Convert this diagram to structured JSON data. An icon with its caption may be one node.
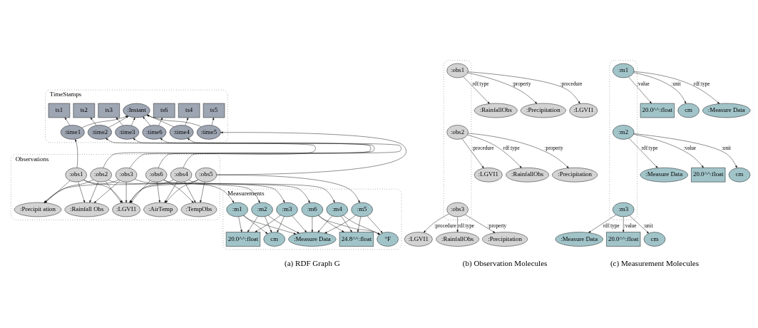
{
  "diagram": {
    "nodes": [
      {
        "text": [
          "TimeStamps"
        ]
      },
      {
        "text": [
          "ts1"
        ],
        "in": 0
      },
      {
        "text": [
          "ts2"
        ],
        "in": 0
      },
      {
        "text": [
          "ts3"
        ],
        "in": 0
      },
      {
        "text": [
          ":Instant"
        ],
        "in": 0
      },
      {
        "text": [
          "ts4"
        ],
        "in": 0
      },
      {
        "text": [
          "ts5"
        ],
        "in": 0
      },
      {
        "text": [
          "ts6"
        ],
        "in": 0
      },
      {
        "text": [
          ":time1"
        ],
        "in": 0
      },
      {
        "text": [
          ":time2"
        ],
        "in": 0
      },
      {
        "text": [
          ":time3"
        ],
        "in": 0
      },
      {
        "text": [
          ":time4"
        ],
        "in": 0
      },
      {
        "text": [
          ":time5"
        ],
        "in": 0
      },
      {
        "text": [
          ":time6"
        ],
        "in": 0
      },
      {
        "text": [
          "Observations"
        ]
      },
      {
        "text": [
          ":obs1"
        ],
        "in": 14
      },
      {
        "text": [
          ":obs2"
        ],
        "in": 14
      },
      {
        "text": [
          ":obs3"
        ],
        "in": 14
      },
      {
        "text": [
          ":TempObs"
        ],
        "in": 14
      },
      {
        "text": [
          ":AirTemp"
        ],
        "in": 14
      },
      {
        "text": [
          ":LGVI1"
        ],
        "in": 14
      },
      {
        "text": [
          ":Precipit ation"
        ],
        "in": 14
      },
      {
        "text": [
          ":Rainfall Obs"
        ],
        "in": 14
      },
      {
        "text": [
          ":obs4"
        ],
        "in": 14
      },
      {
        "text": [
          ":obs5"
        ],
        "in": 14
      },
      {
        "text": [
          ":obs6"
        ],
        "in": 14
      },
      {
        "text": [
          "Measurements"
        ]
      },
      {
        "text": [
          ":m1"
        ],
        "in": 26
      },
      {
        "text": [
          ":m2"
        ],
        "in": 26
      },
      {
        "text": [
          ":m3"
        ],
        "in": 26
      },
      {
        "text": [
          ":m4"
        ],
        "in": 26
      },
      {
        "text": [
          ":m5"
        ],
        "in": 26
      },
      {
        "text": [
          ":m6"
        ],
        "in": 26
      },
      {
        "text": [
          "cm"
        ],
        "in": 26
      },
      {
        "text": [
          "20.0^^:float"
        ],
        "in": 26
      },
      {
        "text": [
          ":Measure Data"
        ],
        "in": 26
      },
      {
        "text": [
          "°F"
        ],
        "in": 26
      },
      {
        "text": [
          "24.8^^:float"
        ],
        "in": 26
      },
      {
        "text": [],
        "shape": "box"
      },
      {
        "text": [
          ":obs1"
        ],
        "in": 38
      },
      {
        "text": [
          ":obs2"
        ],
        "in": 38
      },
      {
        "text": [
          ":obs3"
        ],
        "in": 38
      },
      {
        "text": [
          ":LGVI1"
        ]
      },
      {
        "text": [
          ":RainfallObs"
        ]
      },
      {
        "text": [
          ":Precipitation"
        ]
      },
      {
        "text": [
          ":LGVI1"
        ]
      },
      {
        "text": [
          ":RainfallObs"
        ]
      },
      {
        "text": [
          ":Precipitation"
        ]
      },
      {
        "text": [
          ":LGVI1"
        ]
      },
      {
        "text": [
          ":RainfallObs"
        ]
      },
      {
        "text": [
          ":Precipitation"
        ]
      },
      {
        "text": [],
        "shape": "box"
      },
      {
        "text": [
          ":m1"
        ],
        "in": 51
      },
      {
        "text": [
          ":m2"
        ],
        "in": 51
      },
      {
        "text": [
          ":m3"
        ],
        "in": 51
      },
      {
        "text": [
          ":Measure Data"
        ]
      },
      {
        "text": [
          "20.0^^:float"
        ]
      },
      {
        "text": [
          "cm"
        ]
      },
      {
        "text": [
          ":Measure Data"
        ]
      },
      {
        "text": [
          "20.0^^:float"
        ]
      },
      {
        "text": [
          "cm"
        ]
      },
      {
        "text": [
          ":Measure Data"
        ]
      },
      {
        "text": [
          "20.0^^:float"
        ]
      },
      {
        "text": [
          "cm"
        ]
      }
    ],
    "edges": [
      {
        "from": 8,
        "to": 1,
        "arrow": "to"
      },
      {
        "from": 9,
        "to": 2,
        "arrow": "to"
      },
      {
        "from": 10,
        "to": 3,
        "arrow": "to"
      },
      {
        "from": 11,
        "to": 5,
        "arrow": "to"
      },
      {
        "from": 12,
        "to": 6,
        "arrow": "to"
      },
      {
        "from": 13,
        "to": 7,
        "arrow": "to"
      },
      {
        "from": 8,
        "to": 4,
        "arrow": "to"
      },
      {
        "from": 9,
        "to": 4,
        "arrow": "to"
      },
      {
        "from": 10,
        "to": 4,
        "arrow": "to"
      },
      {
        "from": 11,
        "to": 4,
        "arrow": "to"
      },
      {
        "from": 12,
        "to": 4,
        "arrow": "to"
      },
      {
        "from": 13,
        "to": 4,
        "arrow": "to"
      },
      {
        "from": 15,
        "to": 8,
        "arrow": "to"
      },
      {
        "from": 16,
        "to": 9,
        "arrow": "to"
      },
      {
        "from": 17,
        "to": 10,
        "arrow": "to"
      },
      {
        "from": 23,
        "to": 11,
        "arrow": "to"
      },
      {
        "from": 24,
        "to": 12,
        "arrow": "to"
      },
      {
        "from": 25,
        "to": 13,
        "arrow": "to"
      },
      {
        "from": 15,
        "to": 20,
        "arrow": "to"
      },
      {
        "from": 15,
        "to": 22,
        "arrow": "to"
      },
      {
        "from": 15,
        "to": 21,
        "arrow": "to"
      },
      {
        "from": 16,
        "to": 20,
        "arrow": "to"
      },
      {
        "from": 16,
        "to": 22,
        "arrow": "to"
      },
      {
        "from": 16,
        "to": 21,
        "arrow": "to"
      },
      {
        "from": 17,
        "to": 20,
        "arrow": "to"
      },
      {
        "from": 17,
        "to": 22,
        "arrow": "to"
      },
      {
        "from": 17,
        "to": 21,
        "arrow": "to"
      },
      {
        "from": 23,
        "to": 18,
        "arrow": "to"
      },
      {
        "from": 23,
        "to": 19,
        "arrow": "to"
      },
      {
        "from": 23,
        "to": 20,
        "arrow": "to"
      },
      {
        "from": 24,
        "to": 18,
        "arrow": "to"
      },
      {
        "from": 24,
        "to": 19,
        "arrow": "to"
      },
      {
        "from": 24,
        "to": 20,
        "arrow": "to"
      },
      {
        "from": 25,
        "to": 18,
        "arrow": "to"
      },
      {
        "from": 25,
        "to": 19,
        "arrow": "to"
      },
      {
        "from": 25,
        "to": 20,
        "arrow": "to"
      },
      {
        "from": 15,
        "to": 27,
        "arrow": "to"
      },
      {
        "from": 16,
        "to": 28,
        "arrow": "to"
      },
      {
        "from": 17,
        "to": 29,
        "arrow": "to"
      },
      {
        "from": 23,
        "to": 30,
        "arrow": "to"
      },
      {
        "from": 24,
        "to": 31,
        "arrow": "to"
      },
      {
        "from": 25,
        "to": 32,
        "arrow": "to"
      },
      {
        "from": 27,
        "to": 33,
        "arrow": "to"
      },
      {
        "from": 27,
        "to": 34,
        "arrow": "to"
      },
      {
        "from": 27,
        "to": 35,
        "arrow": "to"
      },
      {
        "from": 28,
        "to": 33,
        "arrow": "to"
      },
      {
        "from": 28,
        "to": 34,
        "arrow": "to"
      },
      {
        "from": 28,
        "to": 35,
        "arrow": "to"
      },
      {
        "from": 29,
        "to": 33,
        "arrow": "to"
      },
      {
        "from": 29,
        "to": 34,
        "arrow": "to"
      },
      {
        "from": 29,
        "to": 35,
        "arrow": "to"
      },
      {
        "from": 30,
        "to": 36,
        "arrow": "to"
      },
      {
        "from": 30,
        "to": 37,
        "arrow": "to"
      },
      {
        "from": 30,
        "to": 35,
        "arrow": "to"
      },
      {
        "from": 31,
        "to": 36,
        "arrow": "to"
      },
      {
        "from": 31,
        "to": 37,
        "arrow": "to"
      },
      {
        "from": 31,
        "to": 35,
        "arrow": "to"
      },
      {
        "from": 32,
        "to": 36,
        "arrow": "to"
      },
      {
        "from": 32,
        "to": 37,
        "arrow": "to"
      },
      {
        "from": 32,
        "to": 35,
        "arrow": "to"
      },
      {
        "from": 39,
        "to": 42,
        "arrow": "to",
        "label": ":procedure"
      },
      {
        "from": 39,
        "to": 43,
        "arrow": "to",
        "label": "rdf:type"
      },
      {
        "from": 39,
        "to": 44,
        "arrow": "to",
        "label": ":property"
      },
      {
        "from": 40,
        "to": 45,
        "arrow": "to",
        "label": ":procedure"
      },
      {
        "from": 40,
        "to": 46,
        "arrow": "to",
        "label": "rdf:type"
      },
      {
        "from": 40,
        "to": 47,
        "arrow": "to",
        "label": ":property"
      },
      {
        "from": 41,
        "to": 48,
        "arrow": "to",
        "label": ":procedure"
      },
      {
        "from": 41,
        "to": 49,
        "arrow": "to",
        "label": "rdf:type"
      },
      {
        "from": 41,
        "to": 50,
        "arrow": "to",
        "label": ":property"
      },
      {
        "from": 52,
        "to": 55,
        "arrow": "to",
        "label": "rdf:type"
      },
      {
        "from": 52,
        "to": 56,
        "arrow": "to",
        "label": ":value"
      },
      {
        "from": 52,
        "to": 57,
        "arrow": "to",
        "label": ":unit"
      },
      {
        "from": 53,
        "to": 58,
        "arrow": "to",
        "label": "rdf:type"
      },
      {
        "from": 53,
        "to": 59,
        "arrow": "to",
        "label": ":value"
      },
      {
        "from": 53,
        "to": 60,
        "arrow": "to",
        "label": ":unit"
      },
      {
        "from": 54,
        "to": 61,
        "arrow": "to",
        "label": "rdf:type"
      },
      {
        "from": 54,
        "to": 62,
        "arrow": "to",
        "label": ":value"
      },
      {
        "from": 54,
        "to": 63,
        "arrow": "to",
        "label": ":unit"
      }
    ],
    "labels": [
      "(a) RDF Graph G",
      "(b) Observation Molecules",
      "(c) Measurement Molecules"
    ]
  }
}
